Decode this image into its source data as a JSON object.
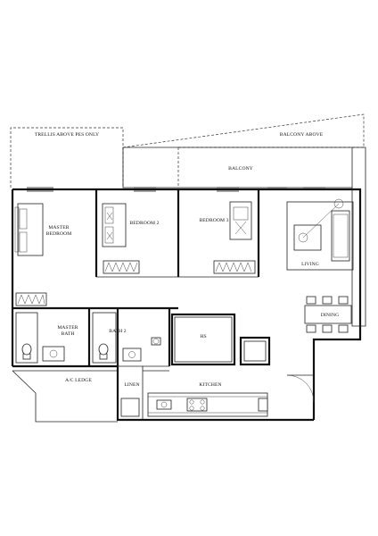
{
  "plan": {
    "labels": {
      "trellis": "TRELLIS ABOVE PES ONLY",
      "balcony_above": "BALCONY ABOVE",
      "balcony": "BALCONY",
      "master_bedroom_line1": "MASTER",
      "master_bedroom_line2": "BEDROOM",
      "bedroom2": "BEDROOM 2",
      "bedroom3": "BEDROOM 3",
      "living": "LIVING",
      "dining": "DINING",
      "master_bath_line1": "MASTER",
      "master_bath_line2": "BATH",
      "bath2": "BATH 2",
      "hs": "HS",
      "ac_ledge": "A/C LEDGE",
      "linen": "LINEN",
      "kitchen": "KITCHEN"
    },
    "colors": {
      "line": "#111111",
      "background": "#ffffff"
    }
  }
}
